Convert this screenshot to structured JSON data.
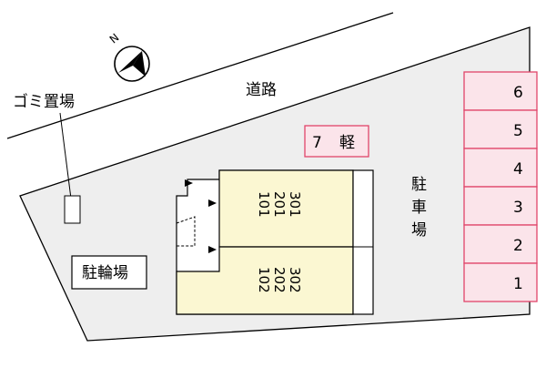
{
  "compass": {
    "direction_label": "N"
  },
  "labels": {
    "road": "道路",
    "garbage": "ゴミ置場",
    "bicycle": "駐輪場",
    "parking_vertical": [
      "駐",
      "車",
      "場"
    ]
  },
  "light_car_space": {
    "number": "7",
    "type": "軽"
  },
  "parking_spaces": [
    "6",
    "5",
    "4",
    "3",
    "2",
    "1"
  ],
  "units": {
    "upper": [
      "301",
      "201",
      "101"
    ],
    "lower": [
      "302",
      "202",
      "102"
    ]
  },
  "colors": {
    "lot_fill": "#eeeeee",
    "building_fill": "#fbf7d2",
    "parking_fill": "#fbe4ea",
    "parking_border": "#e0456a"
  }
}
